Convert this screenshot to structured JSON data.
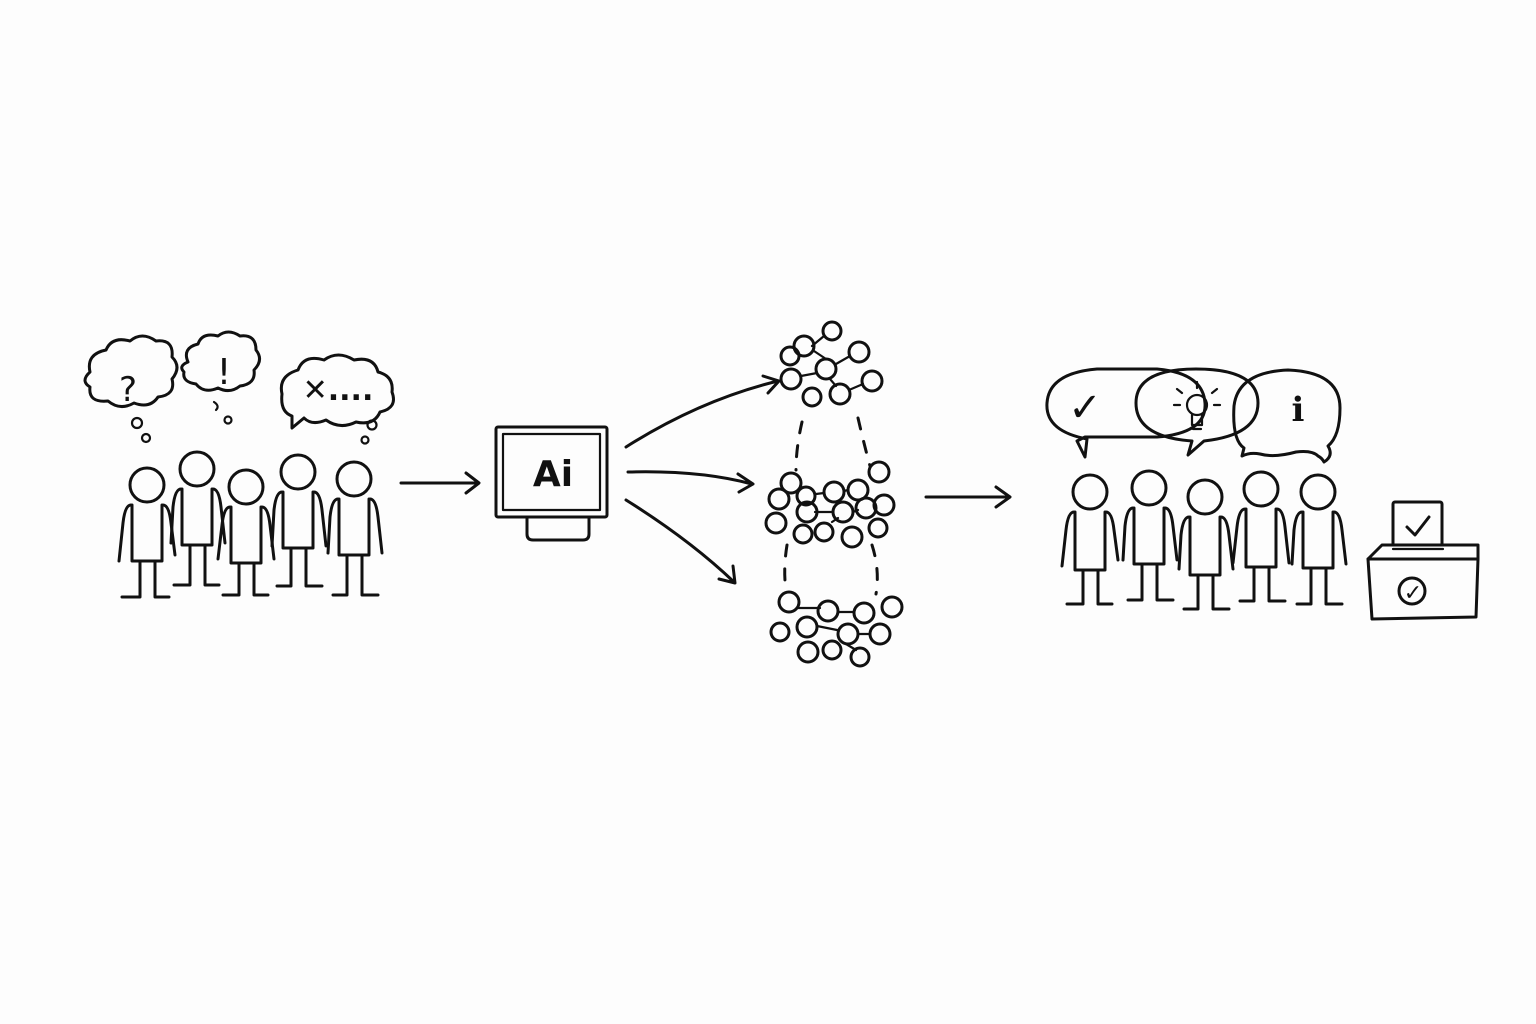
{
  "colors": {
    "ink": "#111111",
    "background": "#fdfdfd"
  },
  "stages": [
    {
      "id": "crowd",
      "thought_symbols": [
        "?",
        "!",
        "✕...."
      ]
    },
    {
      "id": "ai",
      "label": "Ai"
    },
    {
      "id": "clusters",
      "count": 3
    },
    {
      "id": "consensus",
      "speech_symbols": [
        "✓",
        "lightbulb-icon",
        "i"
      ],
      "ballot_symbol": "✓"
    }
  ]
}
